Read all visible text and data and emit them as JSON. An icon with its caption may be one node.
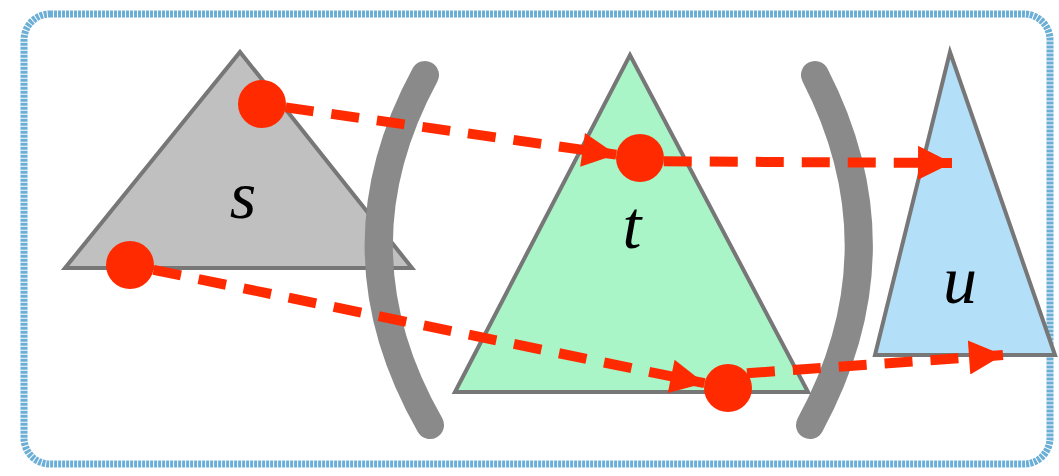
{
  "diagram": {
    "nodes": [
      {
        "text": [
          "s"
        ]
      },
      {
        "text": [
          "t"
        ]
      },
      {
        "text": [
          "u"
        ]
      },
      {
        "text": [],
        "shape": "circle",
        "in": 0
      },
      {
        "text": [],
        "shape": "circle"
      },
      {
        "text": [],
        "shape": "circle",
        "in": 1
      },
      {
        "text": [],
        "shape": "circle"
      }
    ],
    "edges": [
      {
        "from": 3,
        "to": 5,
        "arrow": "to",
        "style": "dashed"
      },
      {
        "from": 5,
        "to": 2,
        "arrow": "to",
        "style": "dashed"
      },
      {
        "from": 4,
        "to": 6,
        "arrow": "to",
        "style": "dashed"
      },
      {
        "from": 6,
        "to": 2,
        "arrow": "to",
        "style": "dashed"
      }
    ]
  }
}
